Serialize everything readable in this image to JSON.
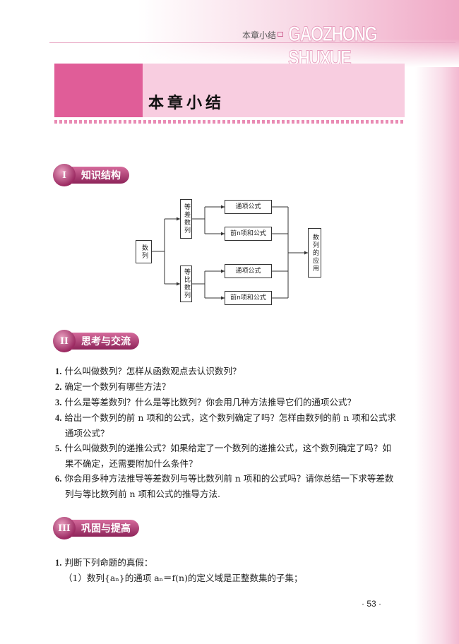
{
  "header": {
    "section_label": "本章小结",
    "brand": "GAOZHONG SHUXUE"
  },
  "title": "本章小结",
  "sections": [
    {
      "numeral": "I",
      "label": "知识结构"
    },
    {
      "numeral": "II",
      "label": "思考与交流"
    },
    {
      "numeral": "III",
      "label": "巩固与提高"
    }
  ],
  "diagram": {
    "root": "数列",
    "arith": "等差数列",
    "geo": "等比数列",
    "general_term": "通项公式",
    "sum": "前n项和公式",
    "application": "数列的应用"
  },
  "questions": [
    {
      "num": "1.",
      "lines": [
        "什么叫做数列？怎样从函数观点去认识数列？"
      ]
    },
    {
      "num": "2.",
      "lines": [
        "确定一个数列有哪些方法？"
      ]
    },
    {
      "num": "3.",
      "lines": [
        "什么是等差数列？什么是等比数列？你会用几种方法推导它们的通项公式？"
      ]
    },
    {
      "num": "4.",
      "lines": [
        "给出一个数列的前 n 项和的公式，这个数列确定了吗？怎样由数列的前 n 项和公式求",
        "通项公式？"
      ]
    },
    {
      "num": "5.",
      "lines": [
        "什么叫做数列的递推公式？如果给定了一个数列的递推公式，这个数列确定了吗？如",
        "果不确定，还需要附加什么条件？"
      ]
    },
    {
      "num": "6.",
      "lines": [
        "你会用多种方法推导等差数列与等比数列前 n 项和的公式吗？请你总结一下求等差数",
        "列与等比数列前 n 项和公式的推导方法."
      ]
    }
  ],
  "exercises": {
    "num": "1.",
    "text": "判断下列命题的真假：",
    "item1": "（1）数列{aₙ}的通项 aₙ＝f(n)的定义域是正整数集的子集；"
  },
  "page_number": "· 53 ·"
}
